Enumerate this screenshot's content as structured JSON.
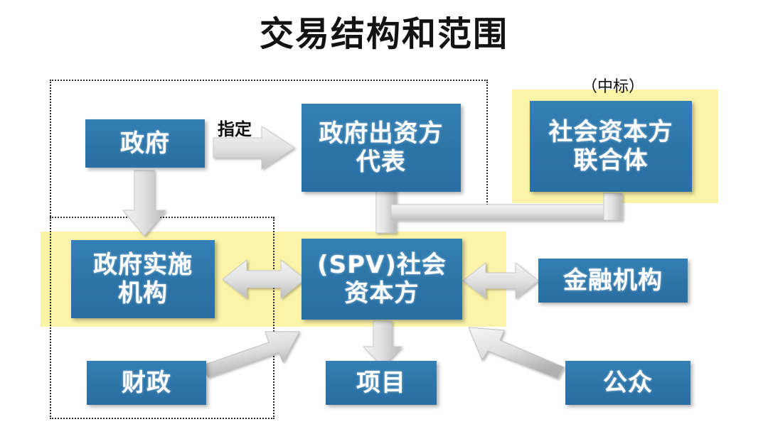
{
  "title": "交易结构和范围",
  "boxes": {
    "government": "政府",
    "gov_investor_rep_line1": "政府出资方",
    "gov_investor_rep_line2": "代表",
    "consortium_line1": "社会资本方",
    "consortium_line2": "联合体",
    "gov_agency_line1": "政府实施",
    "gov_agency_line2": "机构",
    "spv_line1": "(SPV)社会",
    "spv_line2": "资本方",
    "financial_institution": "金融机构",
    "fiscal": "财政",
    "project": "项目",
    "public": "公众"
  },
  "labels": {
    "designate": "指定",
    "winning_bid": "（中标）"
  },
  "colors": {
    "box_blue": "#2d77ab",
    "highlight_yellow": "#fbf3a8",
    "arrow_gray": "#dcdcdc",
    "arrow_gray_dark": "#b5b5b5",
    "frame_dotted": "#2b2b2b",
    "title_text": "#121212",
    "box_text": "#ffffff"
  },
  "arrows": [
    {
      "name": "government-to-gov-investor-rep",
      "label": "指定",
      "direction": "right"
    },
    {
      "name": "government-to-gov-agency",
      "direction": "down"
    },
    {
      "name": "gov-agency-to-spv",
      "direction": "both"
    },
    {
      "name": "spv-to-financial-institution",
      "direction": "both"
    },
    {
      "name": "spv-to-project",
      "direction": "down"
    },
    {
      "name": "fiscal-to-spv",
      "direction": "up-right"
    },
    {
      "name": "public-to-spv",
      "direction": "up-left"
    },
    {
      "name": "gov-investor-rep-to-consortium-to-spv",
      "direction": "connector"
    }
  ]
}
